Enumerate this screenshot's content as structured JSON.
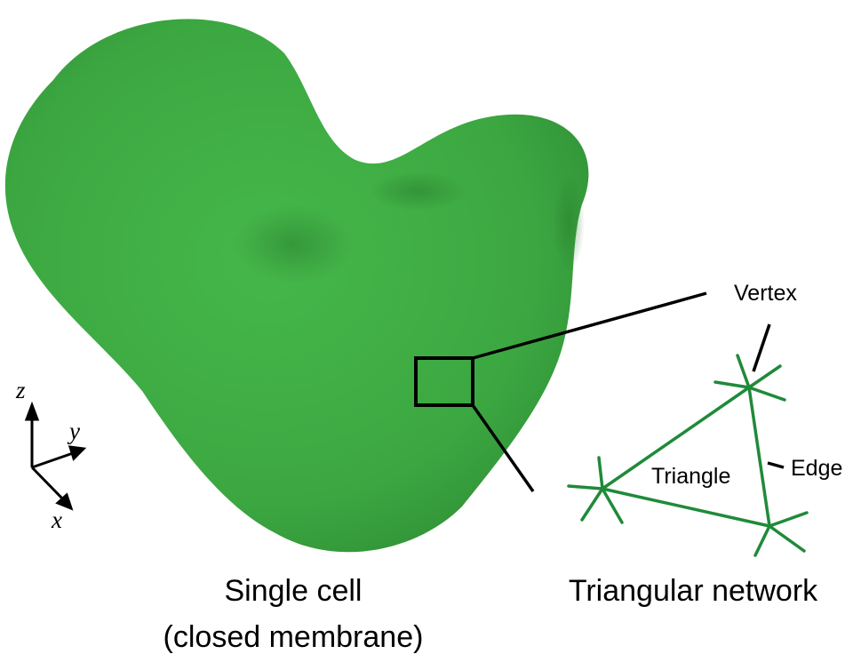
{
  "colors": {
    "cell_fill": "#3eaa42",
    "cell_shadow": "#2a7f2f",
    "mesh_line": "#1f8a3a",
    "annotation": "#000000"
  },
  "cell_caption": {
    "line1": "Single cell",
    "line2": "(closed membrane)"
  },
  "network_caption": "Triangular network",
  "network_labels": {
    "vertex": "Vertex",
    "edge": "Edge",
    "triangle": "Triangle"
  },
  "axes": {
    "z": "z",
    "y": "y",
    "x": "x"
  }
}
